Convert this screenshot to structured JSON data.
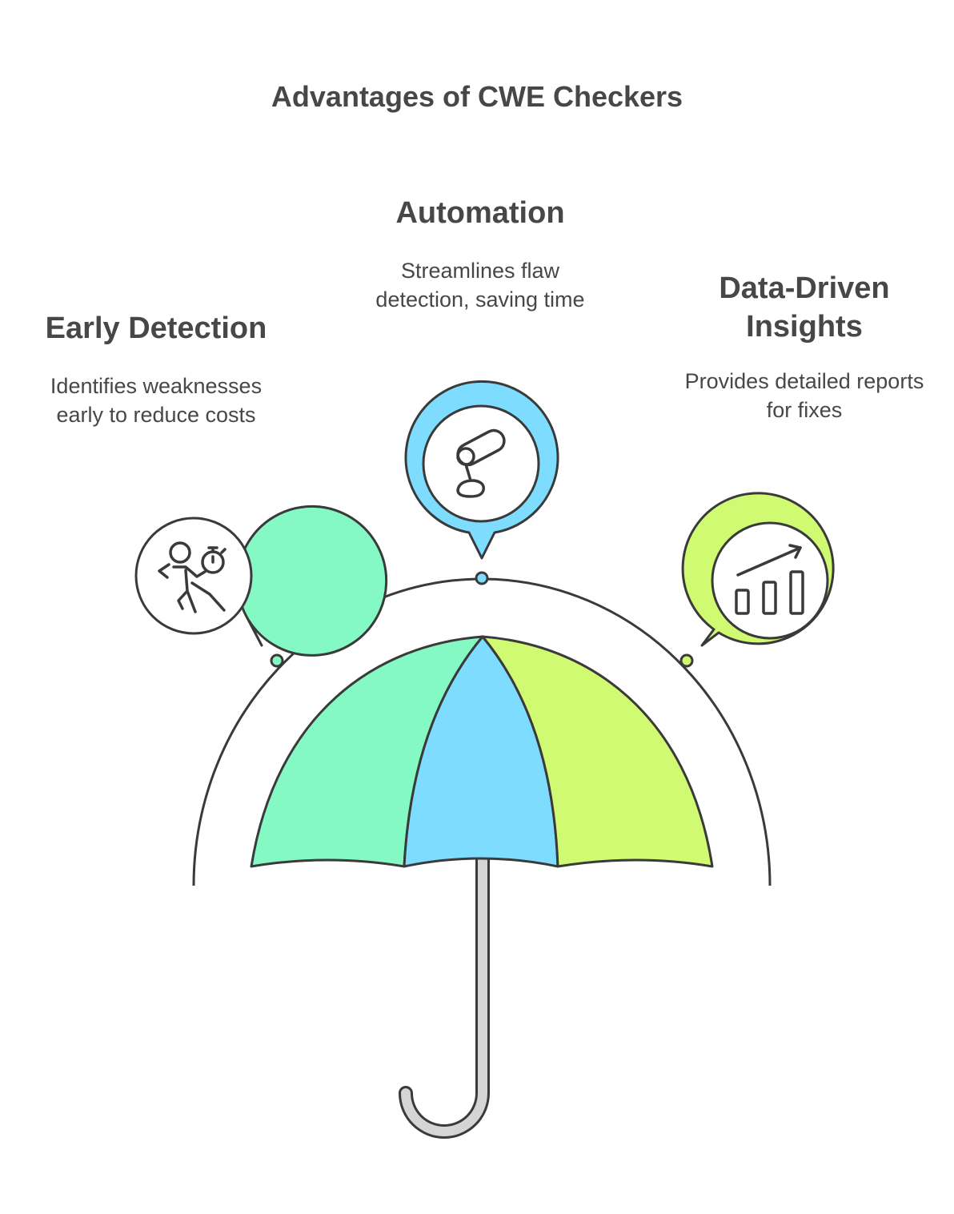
{
  "title": "Advantages of CWE Checkers",
  "items": [
    {
      "heading": "Early Detection",
      "description": "Identifies weaknesses early to reduce costs",
      "icon": "runner-stopwatch-icon",
      "color": "#84F9C3"
    },
    {
      "heading": "Automation",
      "description": "Streamlines flaw detection, saving time",
      "icon": "robotic-arm-icon",
      "color": "#7EDDFE"
    },
    {
      "heading": "Data-Driven Insights",
      "description": "Provides detailed reports for fixes",
      "icon": "growth-chart-icon",
      "color": "#D1FA73"
    }
  ],
  "colors": {
    "outline": "#3A3A3A",
    "handle": "#D5D5D5"
  }
}
